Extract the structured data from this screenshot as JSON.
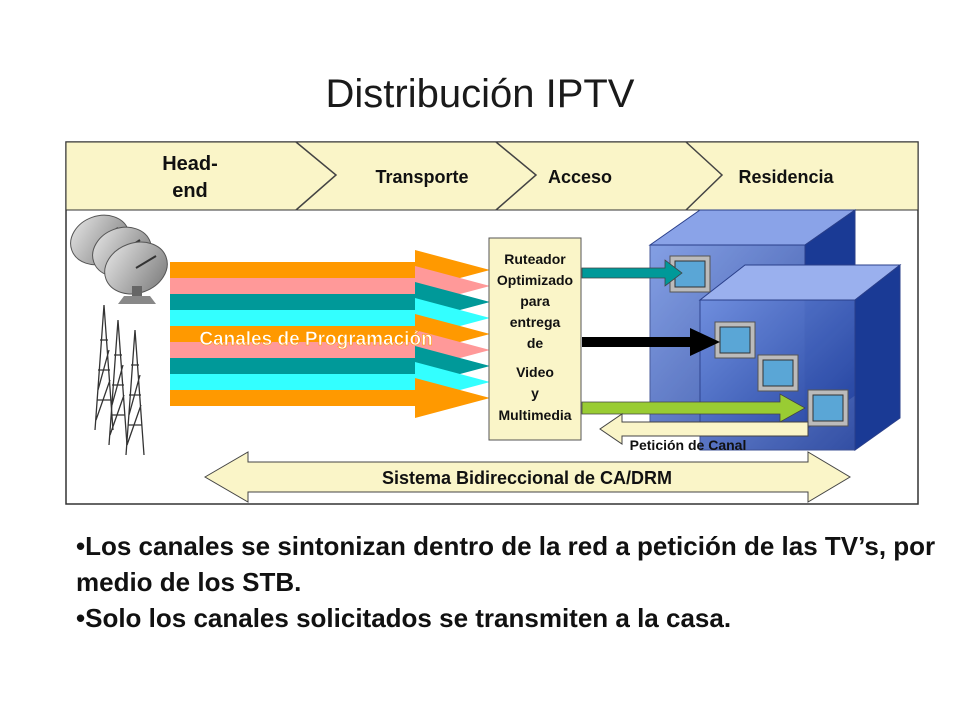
{
  "title": "Distribución IPTV",
  "stages": {
    "headend_line1": "Head-",
    "headend_line2": "end",
    "transporte": "Transporte",
    "acceso": "Acceso",
    "residencia": "Residencia"
  },
  "channels_label": "Canales de Programación",
  "router_lines": [
    "Ruteador",
    "Optimizado",
    "para",
    "entrega",
    "de",
    "Video",
    "y",
    "Multimedia"
  ],
  "peticion_label": "Petición de Canal",
  "bidirectional_label": "Sistema Bidireccional de CA/DRM",
  "bullets": [
    "•Los canales se sintonizan dentro de la red a petición de las TV’s, por medio de los STB.",
    "•Solo los canales solicitados se transmiten a la casa."
  ],
  "colors": {
    "band": "#faf5c8",
    "orange": "#ff9900",
    "pink": "#ff9999",
    "teal": "#009999",
    "cyan": "#33ffff",
    "green": "#99cc33",
    "house": "#2a4aa8"
  }
}
